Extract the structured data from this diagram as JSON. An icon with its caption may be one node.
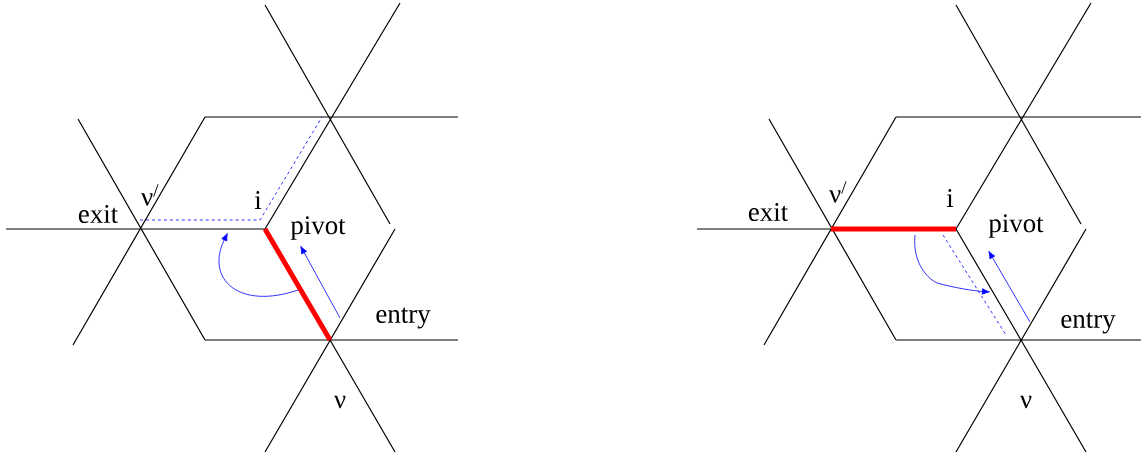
{
  "diagram": {
    "labels": [
      "exit",
      "ν$^{/}$",
      "i",
      "pivot",
      "entry",
      "ν",
      "exit",
      "ν$^{/}$",
      "i",
      "pivot",
      "entry",
      "ν"
    ]
  }
}
